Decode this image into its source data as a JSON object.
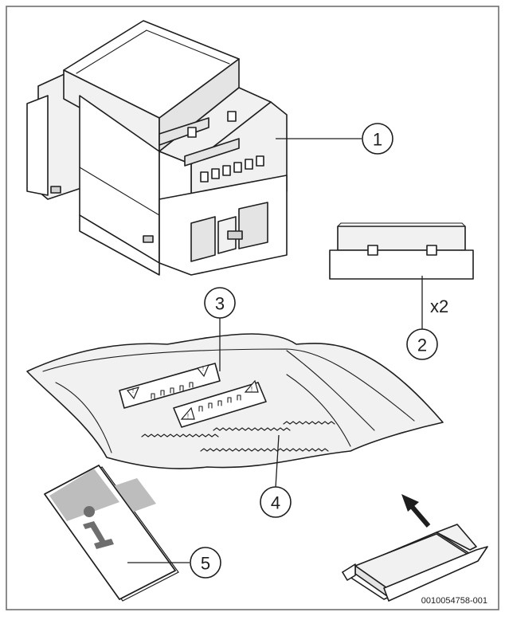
{
  "callouts": [
    {
      "label": "1",
      "part": "controller module"
    },
    {
      "label": "2",
      "part": "terminal cover"
    },
    {
      "label": "3",
      "part": "mounting strips"
    },
    {
      "label": "4",
      "part": "plastic bag"
    },
    {
      "label": "5",
      "part": "instruction booklet"
    }
  ],
  "quantity_note": "x2",
  "reference_code": "0010054758-001",
  "colors": {
    "line": "#1e1e1e",
    "frame": "#6f6f6f",
    "fill_light": "#f1f1f1",
    "fill_dark": "#d2d2d2"
  },
  "icons": [
    "warning-triangle-icon",
    "info-icon",
    "arrow-icon"
  ]
}
